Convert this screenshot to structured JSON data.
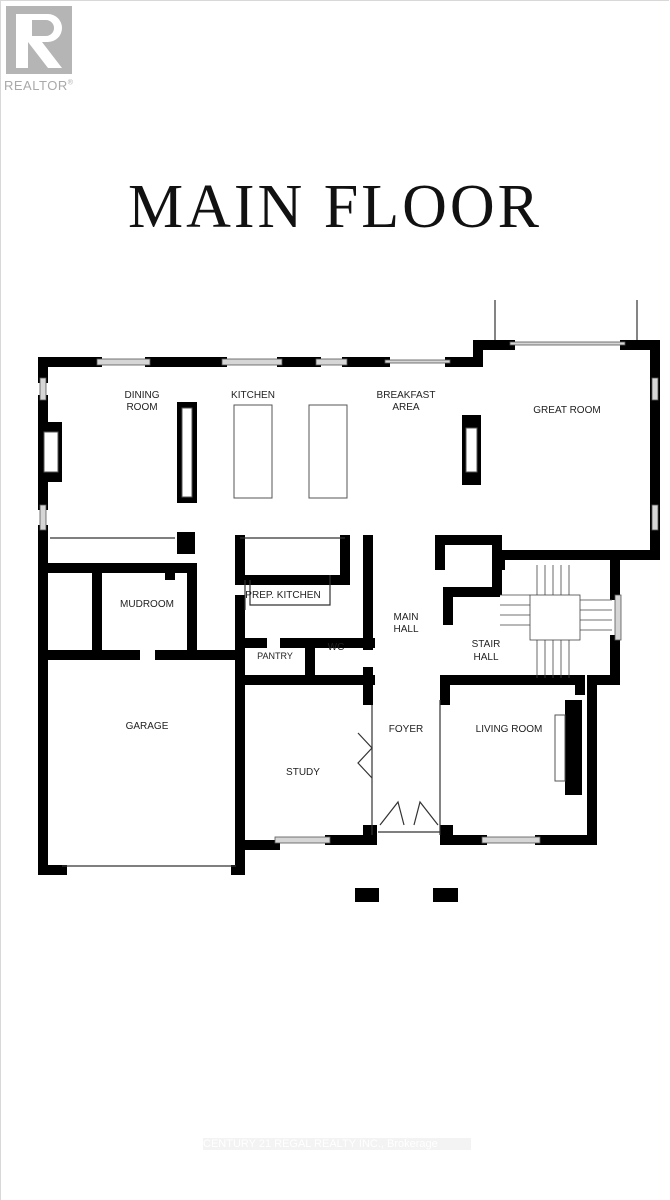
{
  "logo": {
    "text": "REALTOR",
    "mark": "®"
  },
  "title": "MAIN FLOOR",
  "rooms": {
    "dining": [
      "DINING",
      "ROOM"
    ],
    "kitchen": "KITCHEN",
    "breakfast": [
      "BREAKFAST",
      "AREA"
    ],
    "great_room": "GREAT ROOM",
    "mudroom": "MUDROOM",
    "prep_kitchen": "PREP. KITCHEN",
    "main_hall": [
      "MAIN",
      "HALL"
    ],
    "stair_hall": [
      "STAIR",
      "HALL"
    ],
    "pantry": "PANTRY",
    "wc": "WC",
    "garage": "GARAGE",
    "foyer": "FOYER",
    "living_room": "LIVING ROOM",
    "study": "STUDY"
  },
  "watermark": "CENTURY 21 REGAL REALTY INC., Brokerage",
  "colors": {
    "wall": "#000000",
    "window": "#bdbdbd",
    "logo": "#b5b5b5"
  }
}
